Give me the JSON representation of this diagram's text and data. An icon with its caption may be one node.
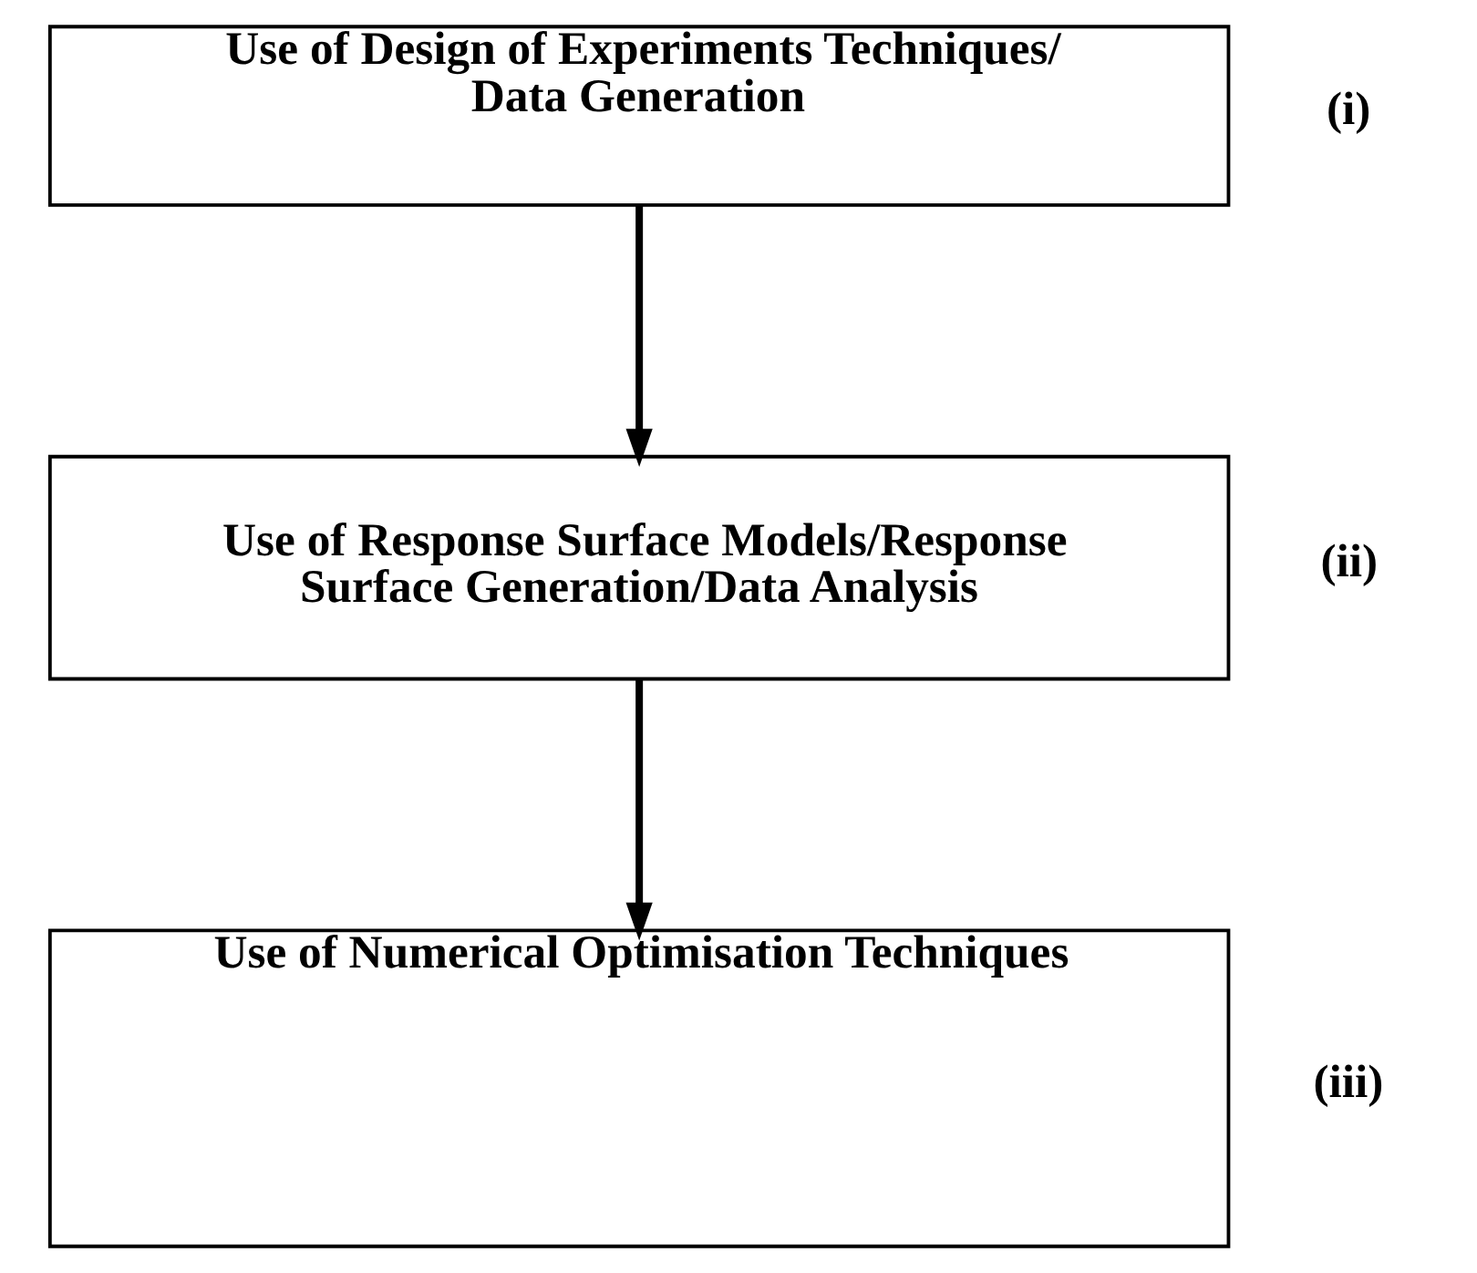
{
  "diagram": {
    "nodes": [
      {
        "text": [
          "Use of Design of Experiments Techniques/ Data Generation"
        ],
        "beside": [
          "(i)"
        ]
      },
      {
        "text": [
          "Use of Response Surface Models/Response Surface Generation/Data Analysis"
        ],
        "beside": [
          "(ii)"
        ]
      },
      {
        "text": [
          "Use of Numerical Optimisation Techniques"
        ],
        "beside": [
          "(iii)"
        ]
      }
    ],
    "edges": [
      {
        "from": 0,
        "to": 1,
        "arrow": "to"
      },
      {
        "from": 1,
        "to": 2,
        "arrow": "to"
      }
    ]
  }
}
